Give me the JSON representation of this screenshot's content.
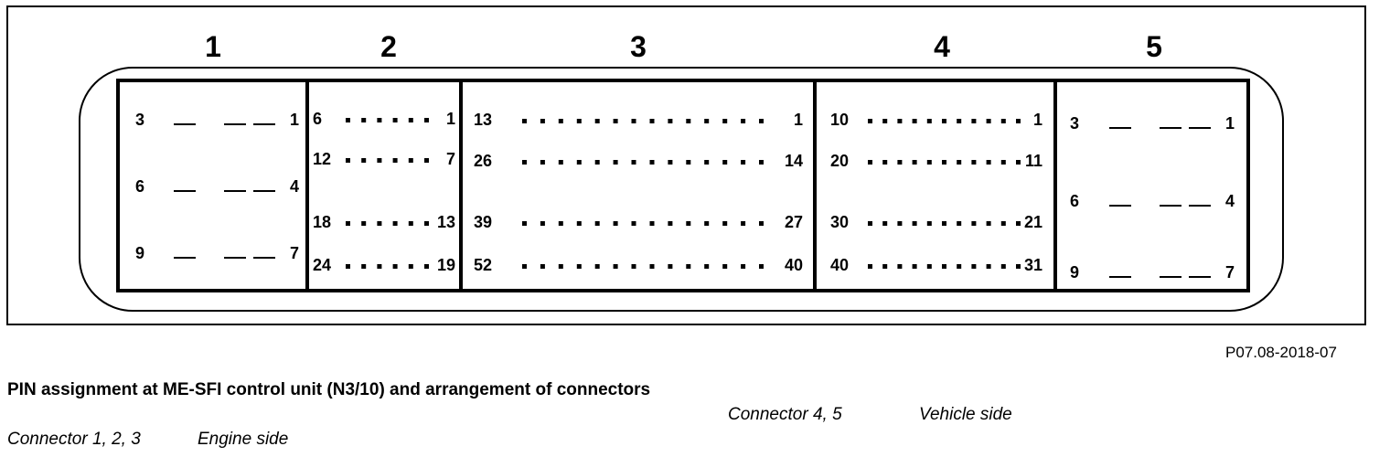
{
  "diagram": {
    "connectors": [
      {
        "label": "1",
        "rows": [
          {
            "left": "3",
            "right": "1",
            "style": "dash"
          },
          {
            "left": "6",
            "right": "4",
            "style": "dash"
          },
          {
            "left": "9",
            "right": "7",
            "style": "dash"
          }
        ]
      },
      {
        "label": "2",
        "rows": [
          {
            "left": "6",
            "right": "1",
            "style": "dot"
          },
          {
            "left": "12",
            "right": "7",
            "style": "dot"
          },
          {
            "left": "18",
            "right": "13",
            "style": "dot"
          },
          {
            "left": "24",
            "right": "19",
            "style": "dot"
          }
        ]
      },
      {
        "label": "3",
        "rows": [
          {
            "left": "13",
            "right": "1",
            "style": "dot"
          },
          {
            "left": "26",
            "right": "14",
            "style": "dot"
          },
          {
            "left": "39",
            "right": "27",
            "style": "dot"
          },
          {
            "left": "52",
            "right": "40",
            "style": "dot"
          }
        ]
      },
      {
        "label": "4",
        "rows": [
          {
            "left": "10",
            "right": "1",
            "style": "dot"
          },
          {
            "left": "20",
            "right": "11",
            "style": "dot"
          },
          {
            "left": "30",
            "right": "21",
            "style": "dot"
          },
          {
            "left": "40",
            "right": "31",
            "style": "dot"
          }
        ]
      },
      {
        "label": "5",
        "rows": [
          {
            "left": "3",
            "right": "1",
            "style": "dash"
          },
          {
            "left": "6",
            "right": "4",
            "style": "dash"
          },
          {
            "left": "9",
            "right": "7",
            "style": "dash"
          }
        ]
      }
    ]
  },
  "figure_code": "P07.08-2018-07",
  "caption": {
    "title": "PIN assignment at ME-SFI control unit (N3/10) and arrangement of connectors",
    "engine_connectors": "Connector 1, 2, 3",
    "engine_side": "Engine side",
    "vehicle_connectors": "Connector 4, 5",
    "vehicle_side": "Vehicle side"
  }
}
